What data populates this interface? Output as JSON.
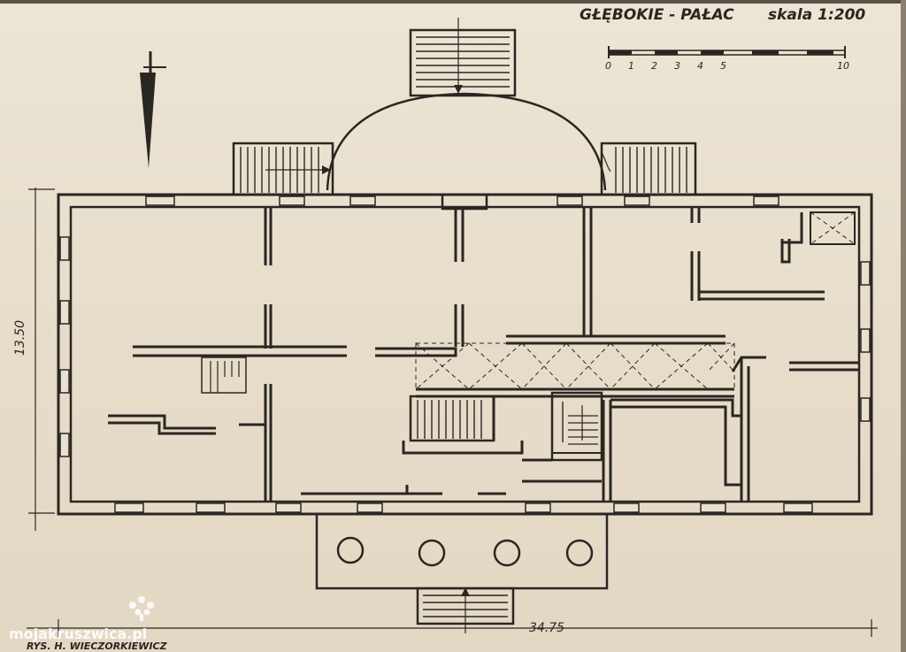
{
  "drawing": {
    "title": "GŁĘBOKIE - PAŁAC",
    "scale_label": "skala 1:200",
    "scale_ticks": [
      "0",
      "1",
      "2",
      "3",
      "4",
      "5",
      "10"
    ],
    "dim_height": "13.50",
    "dim_width": "34.75",
    "author": "RYS. H. WIECZORKIEWICZ"
  },
  "watermark": {
    "text": "mojakruszwica.pl"
  },
  "colors": {
    "paper": "#e9e1d0",
    "ink": "#2a2622"
  },
  "icons": [
    "north-arrow-icon",
    "watermark-logo-icon"
  ]
}
